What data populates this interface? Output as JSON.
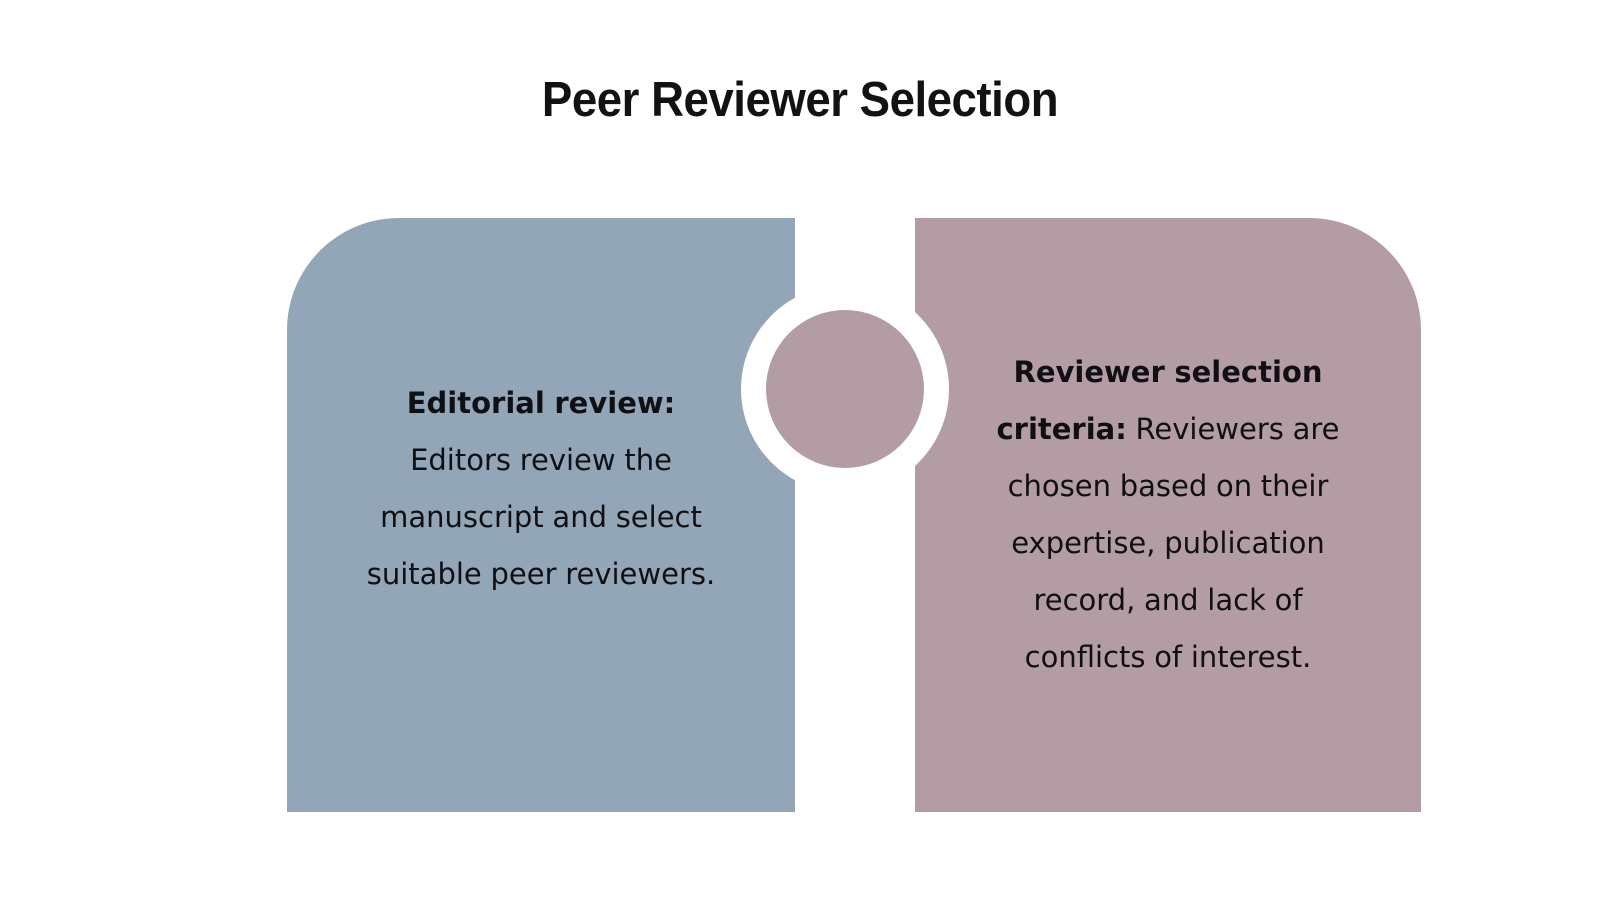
{
  "slide": {
    "background_color": "#ffffff",
    "title": "Peer Reviewer Selection"
  },
  "theme": {
    "left_card_color": "#93a6b8",
    "right_card_color": "#b49ca5",
    "connector_dot_color": "#b49ca5",
    "connector_ring_color": "#ffffff",
    "text_color": "#101014",
    "title_color": "#121212"
  },
  "cards": [
    {
      "id": "editorial-review",
      "color": "#93a6b8",
      "heading": "Editorial review:",
      "body": " Editors review the manuscript and select suitable peer reviewers.",
      "full_text": "Editorial review: Editors review the manuscript and select suitable peer reviewers."
    },
    {
      "id": "reviewer-selection-criteria",
      "color": "#b49ca5",
      "heading": "Reviewer selection criteria:",
      "body": " Reviewers are chosen based on their expertise, publication record, and lack of conflicts of interest.",
      "full_text": "Reviewer selection criteria: Reviewers are chosen based on their expertise, publication record, and lack of conflicts of interest."
    }
  ],
  "connector": {
    "name": "circle-connector",
    "shape": "circle",
    "fill": "#b49ca5",
    "ring": "#ffffff"
  }
}
